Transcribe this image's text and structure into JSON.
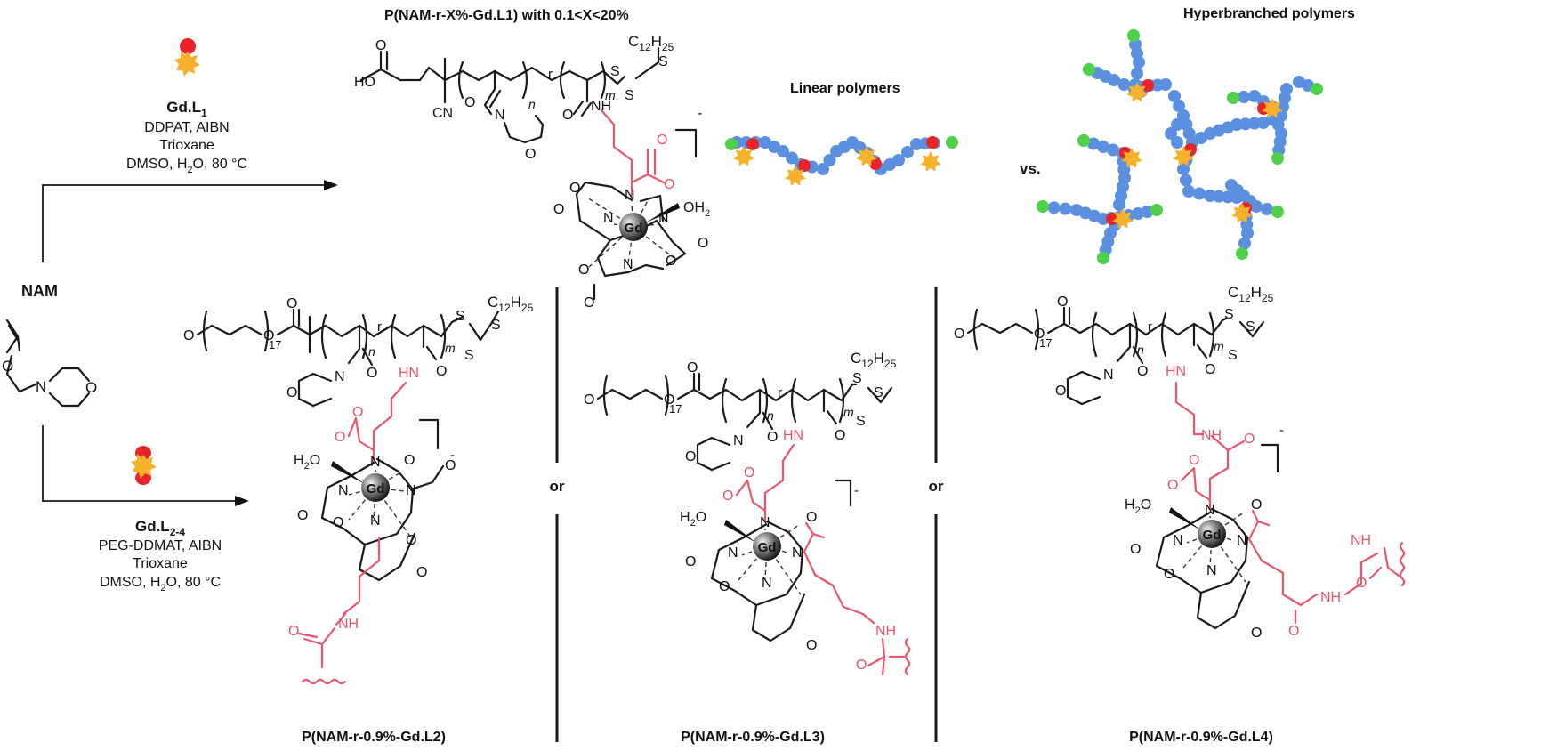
{
  "monomer": {
    "label": "NAM"
  },
  "route_top": {
    "complex": "Gd.L",
    "complex_sub": "1",
    "reagents": "DDPAT, AIBN",
    "solvent": "Trioxane",
    "conditions_a": "DMSO, H",
    "conditions_sub": "2",
    "conditions_b": "O, 80 °C",
    "product_title": "P(NAM-r-X%-Gd.L1) with  0.1<X<20%"
  },
  "route_bottom": {
    "complex": "Gd.L",
    "complex_sub": "2-4",
    "reagents": "PEG-DDMAT, AIBN",
    "solvent": "Trioxane",
    "conditions_a": "DMSO, H",
    "conditions_sub": "2",
    "conditions_b": "O, 80 °C"
  },
  "schematic": {
    "linear_label": "Linear polymers",
    "versus": "vs.",
    "hyperbranched_label": "Hyperbranched polymers",
    "colors": {
      "backbone": "#5b8fe0",
      "gd_complex": "#f5b22a",
      "linker": "#e8242a",
      "end_group": "#4fd24a"
    }
  },
  "products": [
    {
      "label": "P(NAM-r-0.9%-Gd.L2)"
    },
    {
      "label": "P(NAM-r-0.9%-Gd.L3)"
    },
    {
      "label": "P(NAM-r-0.9%-Gd.L4)"
    }
  ],
  "separator_word": "or",
  "atoms": {
    "gd": "Gd",
    "n": "N",
    "o": "O",
    "s": "S",
    "nh": "NH",
    "hn": "HN",
    "ho": "HO",
    "cn": "CN",
    "oh2": "OH",
    "h2o": "H",
    "o_suffix": "O",
    "two": "2",
    "r": "r",
    "n_idx": "n",
    "m_idx": "m",
    "c12": "C",
    "c12_sub": "12",
    "h25": "H",
    "h25_sub": "25",
    "peg_n": "17",
    "minus": "-"
  }
}
